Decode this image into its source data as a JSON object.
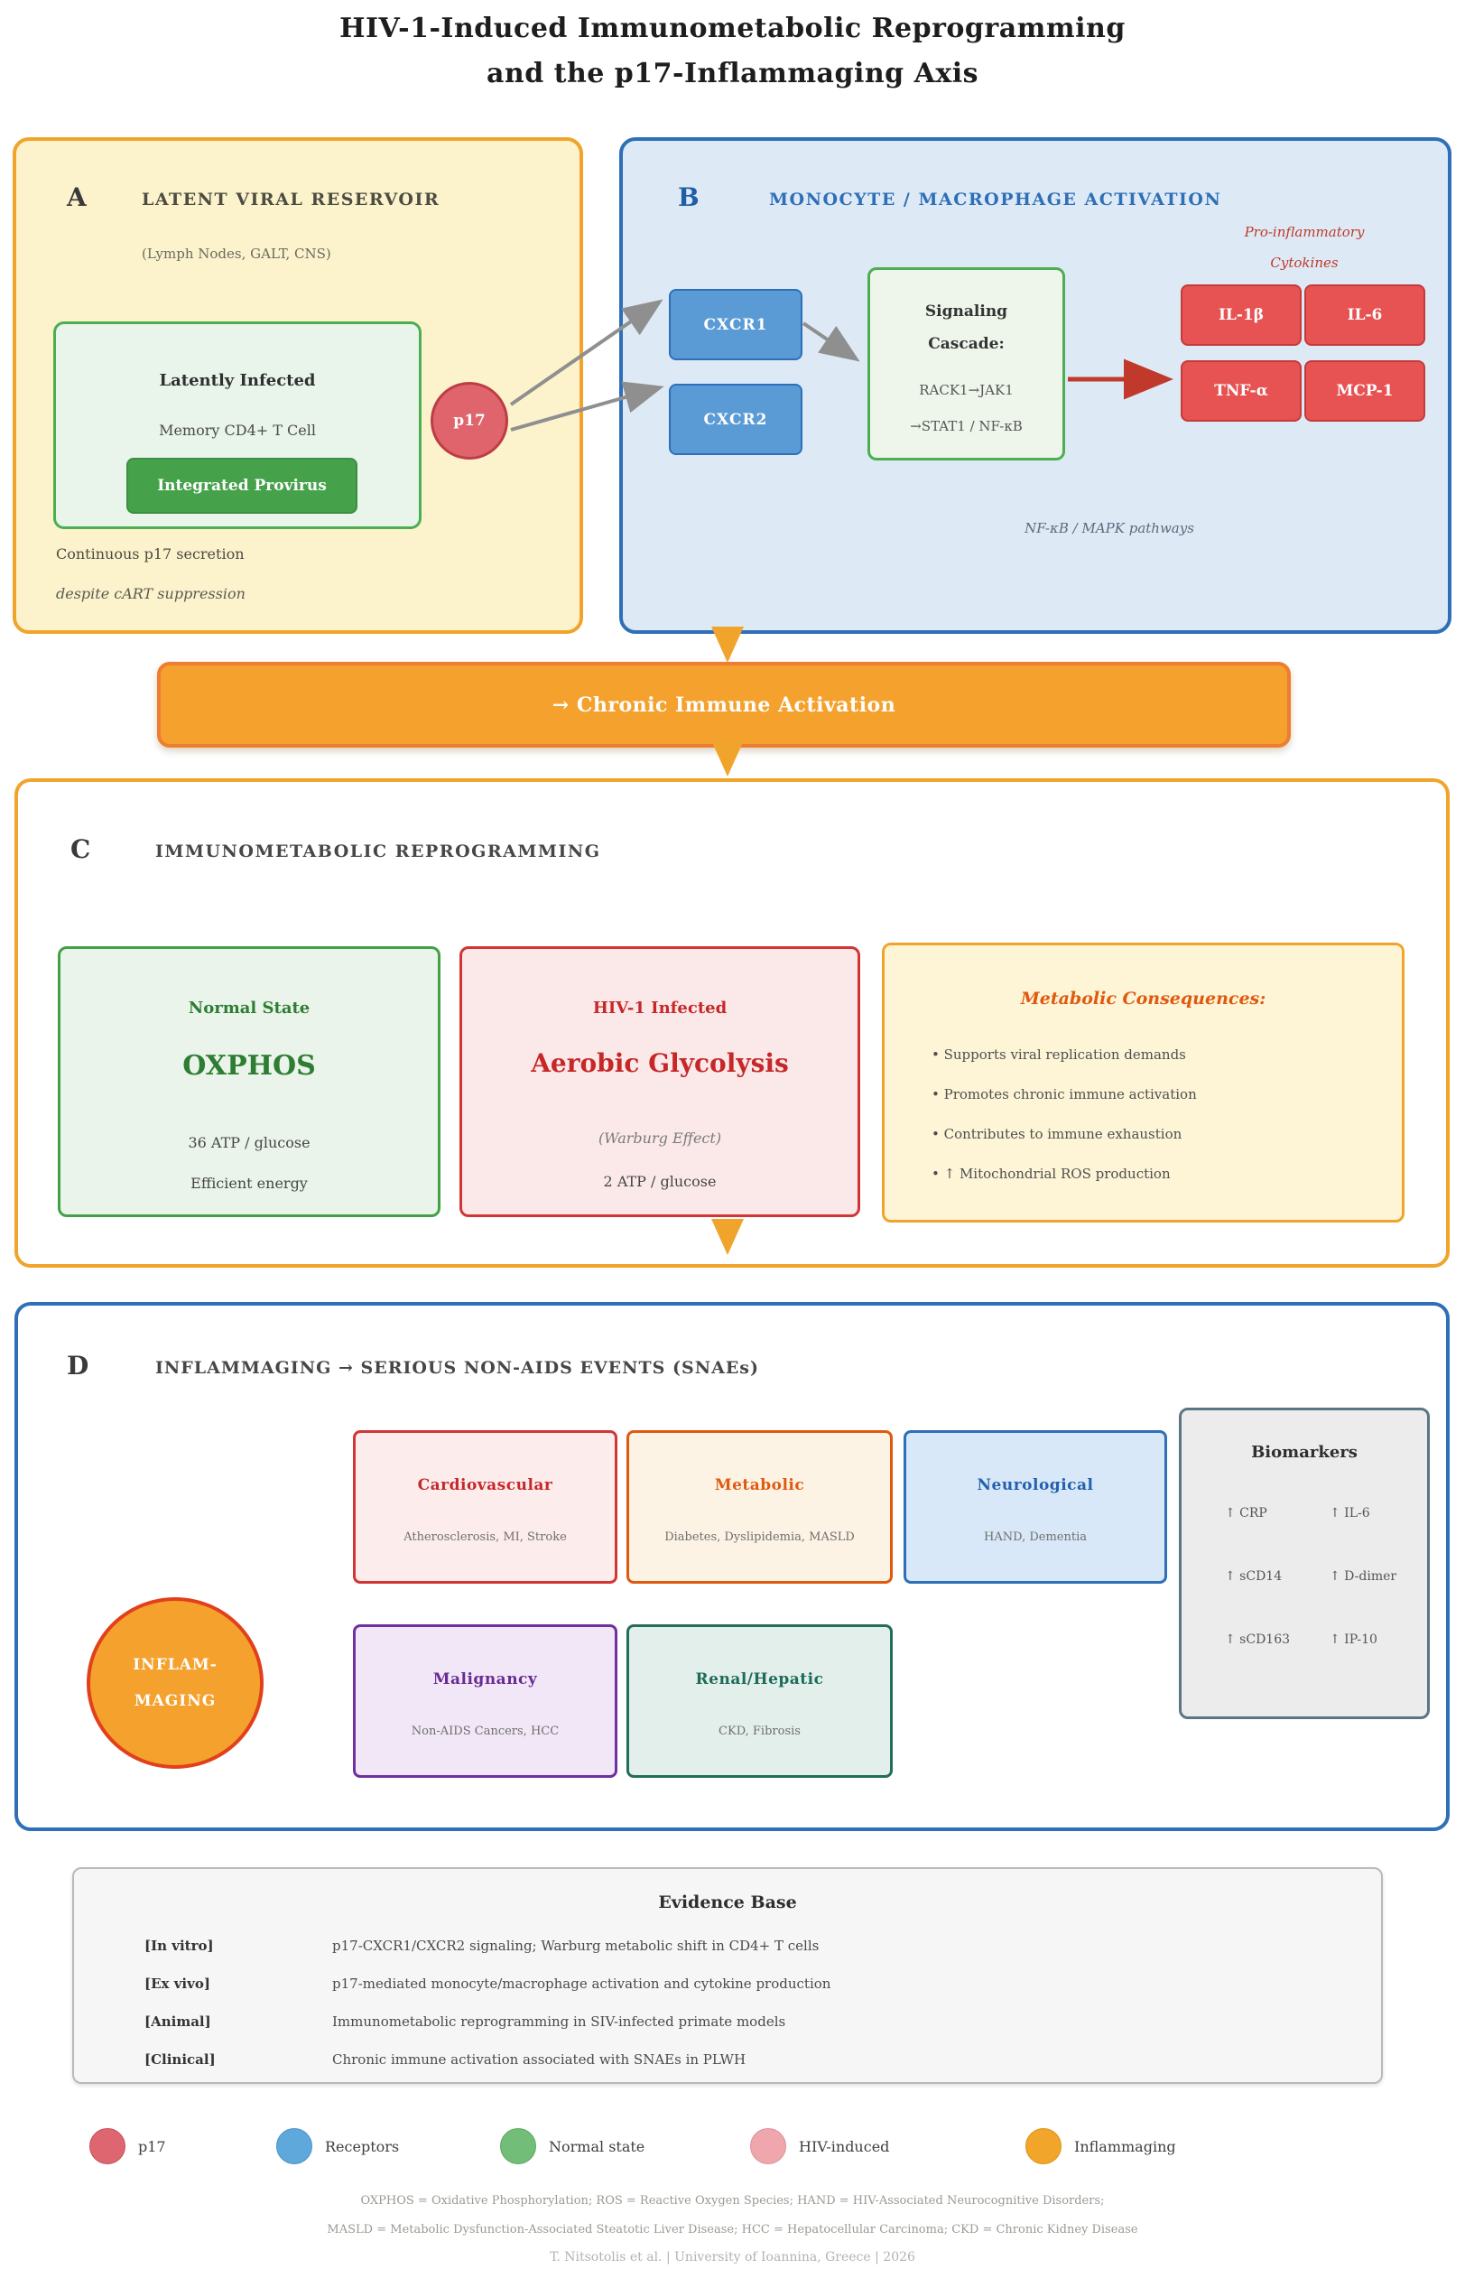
{
  "title": {
    "line1": "HIV-1-Induced Immunometabolic Reprogramming",
    "line2": "and the p17-Inflammaging Axis"
  },
  "panel_a": {
    "label": "A",
    "header": "LATENT VIRAL RESERVOIR",
    "subheader": "(Lymph Nodes, GALT, CNS)",
    "cell_box": {
      "title": "Latently Infected",
      "subtitle": "Memory CD4+ T Cell",
      "provirus": "Integrated Provirus"
    },
    "note1": "Continuous p17 secretion",
    "note2": "despite cART suppression",
    "p17_label": "p17"
  },
  "panel_b": {
    "label": "B",
    "header": "MONOCYTE / MACROPHAGE ACTIVATION",
    "receptors": [
      "CXCR1",
      "CXCR2"
    ],
    "signaling": {
      "title1": "Signaling",
      "title2": "Cascade:",
      "line1": "RACK1→JAK1",
      "line2": "→STAT1 / NF-κB"
    },
    "cytokines_header": {
      "line1": "Pro-inflammatory",
      "line2": "Cytokines"
    },
    "cytokines": [
      "IL-1β",
      "IL-6",
      "TNF-α",
      "MCP-1"
    ],
    "pathways_note": "NF-κB / MAPK pathways"
  },
  "chronic_bar": {
    "label": "→ Chronic Immune Activation"
  },
  "panel_c": {
    "label": "C",
    "header": "IMMUNOMETABOLIC REPROGRAMMING",
    "normal": {
      "title": "Normal State",
      "main": "OXPHOS",
      "line1": "36 ATP / glucose",
      "line2": "Efficient energy"
    },
    "infected": {
      "title": "HIV-1 Infected",
      "main": "Aerobic Glycolysis",
      "line1": "(Warburg Effect)",
      "line2": "2 ATP / glucose"
    },
    "consequences": {
      "title": "Metabolic Consequences:",
      "items": [
        "• Supports viral replication demands",
        "• Promotes chronic immune activation",
        "• Contributes to immune exhaustion",
        "• ↑ Mitochondrial ROS production"
      ]
    }
  },
  "panel_d": {
    "label": "D",
    "header": "INFLAMMAGING → SERIOUS NON-AIDS EVENTS (SNAEs)",
    "circle": {
      "line1": "INFLAM-",
      "line2": "MAGING"
    },
    "categories": [
      {
        "title": "Cardiovascular",
        "subtitle": "Atherosclerosis, MI, Stroke"
      },
      {
        "title": "Metabolic",
        "subtitle": "Diabetes, Dyslipidemia, MASLD"
      },
      {
        "title": "Neurological",
        "subtitle": "HAND, Dementia"
      },
      {
        "title": "Malignancy",
        "subtitle": "Non-AIDS Cancers, HCC"
      },
      {
        "title": "Renal/Hepatic",
        "subtitle": "CKD, Fibrosis"
      }
    ],
    "biomarkers": {
      "title": "Biomarkers",
      "col1": [
        "↑ CRP",
        "↑ sCD14",
        "↑ sCD163"
      ],
      "col2": [
        "↑ IL-6",
        "↑ D-dimer",
        "↑ IP-10"
      ]
    }
  },
  "evidence": {
    "title": "Evidence Base",
    "rows": [
      {
        "label": "[In vitro]",
        "text": "p17-CXCR1/CXCR2 signaling; Warburg metabolic shift in CD4+ T cells"
      },
      {
        "label": "[Ex vivo]",
        "text": "p17-mediated monocyte/macrophage activation and cytokine production"
      },
      {
        "label": "[Animal]",
        "text": "Immunometabolic reprogramming in SIV-infected primate models"
      },
      {
        "label": "[Clinical]",
        "text": "Chronic immune activation associated with SNAEs in PLWH"
      }
    ]
  },
  "legend": {
    "items": [
      {
        "label": "p17",
        "color": "#dd6670"
      },
      {
        "label": "Receptors",
        "color": "#5fa8dc"
      },
      {
        "label": "Normal state",
        "color": "#72bd77"
      },
      {
        "label": "HIV-induced",
        "color": "#efa6ad"
      },
      {
        "label": "Inflammaging",
        "color": "#f2a52b"
      }
    ]
  },
  "footnotes": {
    "line1": "OXPHOS = Oxidative Phosphorylation; ROS = Reactive Oxygen Species; HAND = HIV-Associated Neurocognitive Disorders;",
    "line2": "MASLD = Metabolic Dysfunction-Associated Steatotic Liver Disease; HCC = Hepatocellular Carcinoma; CKD = Chronic Kidney Disease",
    "attribution": "T. Nitsotolis et al. | University of Ioannina, Greece | 2026"
  },
  "colors": {
    "panel_a_border": "#f0a42c",
    "panel_b_border": "#2e6fb7",
    "green_accent": "#43a047",
    "red_accent": "#d23535",
    "orange_bar": "#f5a12d",
    "purple_accent": "#7030a0",
    "teal_accent": "#216e5b",
    "cytokine_red": "#e75252",
    "receptor_blue": "#5b9bd5"
  }
}
